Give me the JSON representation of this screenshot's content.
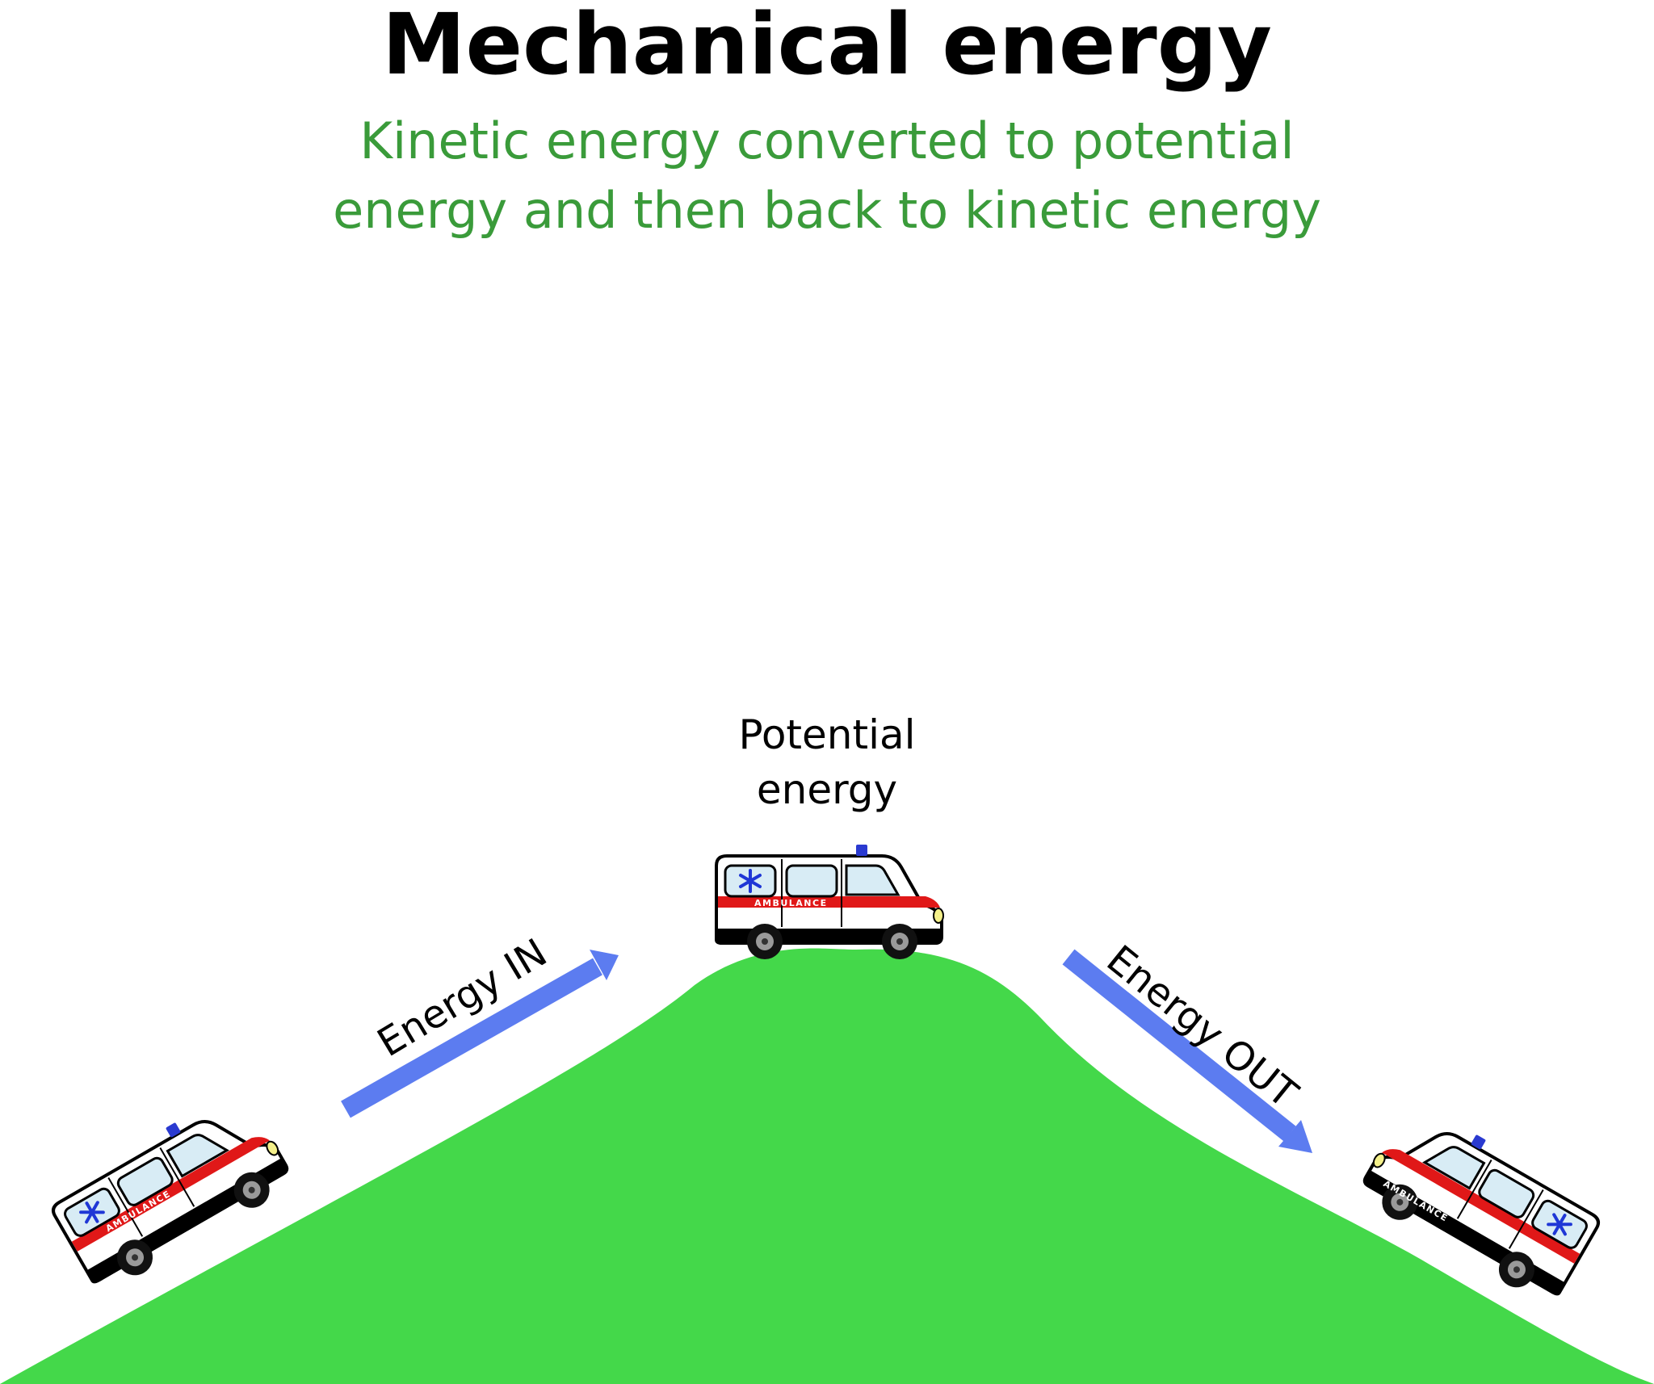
{
  "title": "Mechanical energy",
  "subtitle": {
    "line1": "Kinetic energy converted to potential",
    "line2": "energy and then back to kinetic energy"
  },
  "labels": {
    "potential_line1": "Potential",
    "potential_line2": "energy",
    "energy_in": "Energy  IN",
    "energy_out": "Energy  OUT"
  },
  "ambulance_text": "AMBULANCE",
  "colors": {
    "hill": "#44d84a",
    "arrow": "#5c7cf0",
    "subtitle": "#3a9b3a",
    "stripe": "#e01818",
    "cross": "#1f37d6",
    "light": "#2a3ad0"
  }
}
